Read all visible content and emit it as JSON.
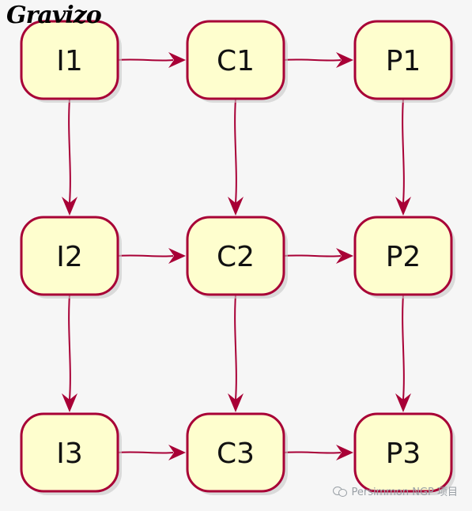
{
  "logo": {
    "text": "Gravizo"
  },
  "watermark": {
    "text": "Persimmon NGP 项目",
    "icon": "wechat-icon"
  },
  "colors": {
    "node_fill": "#fefece",
    "node_border": "#a80036",
    "edge": "#a80036",
    "background": "#f6f6f6"
  },
  "nodes": [
    {
      "id": "I1",
      "label": "I1"
    },
    {
      "id": "C1",
      "label": "C1"
    },
    {
      "id": "P1",
      "label": "P1"
    },
    {
      "id": "I2",
      "label": "I2"
    },
    {
      "id": "C2",
      "label": "C2"
    },
    {
      "id": "P2",
      "label": "P2"
    },
    {
      "id": "I3",
      "label": "I3"
    },
    {
      "id": "C3",
      "label": "C3"
    },
    {
      "id": "P3",
      "label": "P3"
    }
  ],
  "edges": [
    {
      "from": "I1",
      "to": "C1"
    },
    {
      "from": "C1",
      "to": "P1"
    },
    {
      "from": "I2",
      "to": "C2"
    },
    {
      "from": "C2",
      "to": "P2"
    },
    {
      "from": "I3",
      "to": "C3"
    },
    {
      "from": "C3",
      "to": "P3"
    },
    {
      "from": "I1",
      "to": "I2"
    },
    {
      "from": "I2",
      "to": "I3"
    },
    {
      "from": "C1",
      "to": "C2"
    },
    {
      "from": "C2",
      "to": "C3"
    },
    {
      "from": "P1",
      "to": "P2"
    },
    {
      "from": "P2",
      "to": "P3"
    }
  ]
}
